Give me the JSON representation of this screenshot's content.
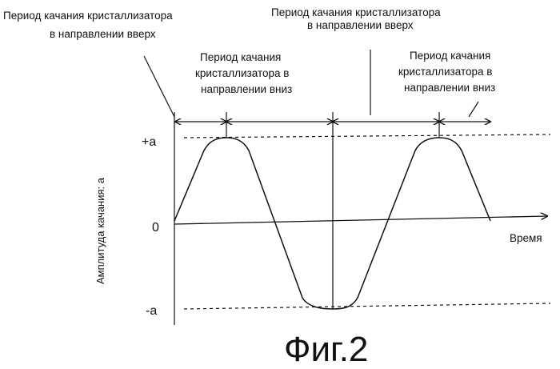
{
  "labels": {
    "up_left_line1": "Период качания кристаллизатора",
    "up_left_line2": "в направлении вверх",
    "up_mid_line1": "Период качания кристаллизатора",
    "up_mid_line2": "в направлении вверх",
    "down_mid_line1": "Период качания",
    "down_mid_line2": "кристаллизатора в",
    "down_mid_line3": "направлении вниз",
    "down_right_line1": "Период качания",
    "down_right_line2": "кристаллизатора в",
    "down_right_line3": "направлении вниз"
  },
  "axes": {
    "plus_a": "+a",
    "zero": "0",
    "minus_a": "-a",
    "x_label": "Время",
    "y_label": "Амплитуда качания: a"
  },
  "caption": "Фиг.2"
}
